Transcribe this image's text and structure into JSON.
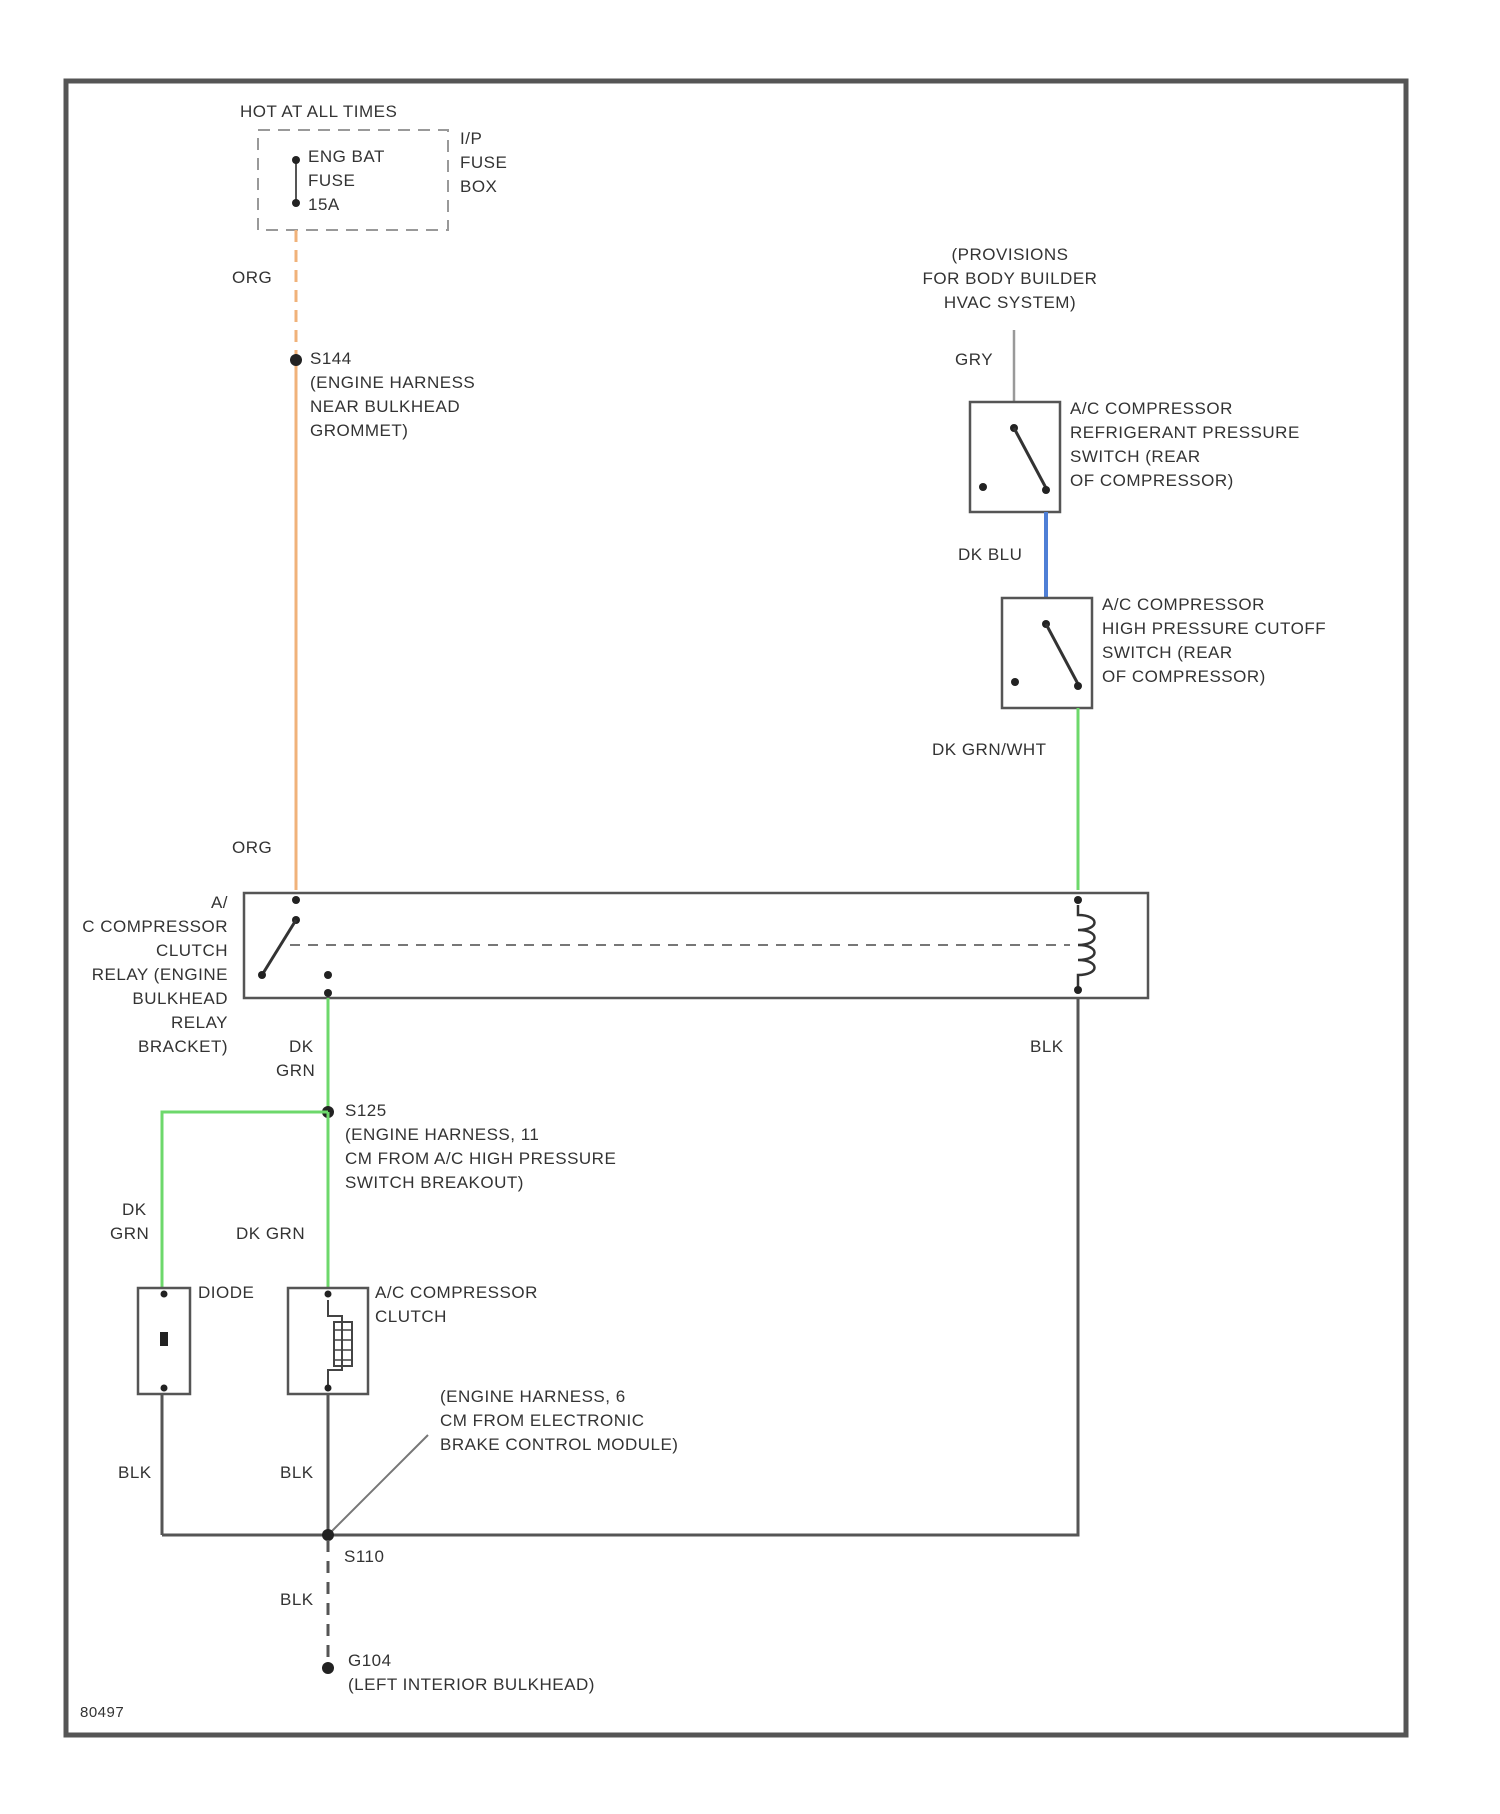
{
  "diagram": {
    "fuse": {
      "header": "HOT AT ALL TIMES",
      "name_lines": [
        "ENG BAT",
        "FUSE",
        "15A"
      ],
      "box_lines": [
        "I/P",
        "FUSE",
        "BOX"
      ]
    },
    "provisions_lines": [
      "(PROVISIONS",
      "FOR BODY BUILDER",
      "HVAC SYSTEM)"
    ],
    "wires": {
      "org_top": "ORG",
      "org_bottom": "ORG",
      "gry": "GRY",
      "dk_blu": "DK BLU",
      "dk_grn_right": "DK GRN/WHT",
      "dk_grn_relay": [
        "DK",
        "GRN"
      ],
      "dk_grn_diode": [
        "DK",
        "GRN"
      ],
      "dk_grn_clutch": "DK GRN",
      "blk_relay": "BLK",
      "blk_diode": "BLK",
      "blk_clutch": "BLK",
      "blk_ground": "BLK"
    },
    "splices": {
      "s144": [
        "S144",
        "(ENGINE HARNESS",
        "NEAR BULKHEAD",
        "GROMMET)"
      ],
      "s125": [
        "S125",
        "(ENGINE HARNESS, 11",
        "CM FROM A/C HIGH PRESSURE",
        "SWITCH BREAKOUT)"
      ],
      "s110_note": [
        "(ENGINE HARNESS, 6",
        "CM FROM ELECTRONIC",
        "BRAKE CONTROL MODULE)"
      ],
      "s110": "S110"
    },
    "components": {
      "refrigerant_switch": [
        "A/C COMPRESSOR",
        "REFRIGERANT PRESSURE",
        "SWITCH (REAR",
        "OF COMPRESSOR)"
      ],
      "cutoff_switch": [
        "A/C COMPRESSOR",
        "HIGH PRESSURE CUTOFF",
        "SWITCH (REAR",
        "OF COMPRESSOR)"
      ],
      "relay": [
        "A/",
        "C COMPRESSOR",
        "CLUTCH",
        "RELAY (ENGINE",
        "BULKHEAD",
        "RELAY",
        "BRACKET)"
      ],
      "diode": "DIODE",
      "clutch": [
        "A/C COMPRESSOR",
        "CLUTCH"
      ]
    },
    "ground": [
      "G104",
      "(LEFT INTERIOR BULKHEAD)"
    ],
    "figure_id": "80497",
    "colors": {
      "org": "#f0b27a",
      "grn": "#6dd86b",
      "blu": "#4f7fd6",
      "wire": "#555555"
    }
  }
}
